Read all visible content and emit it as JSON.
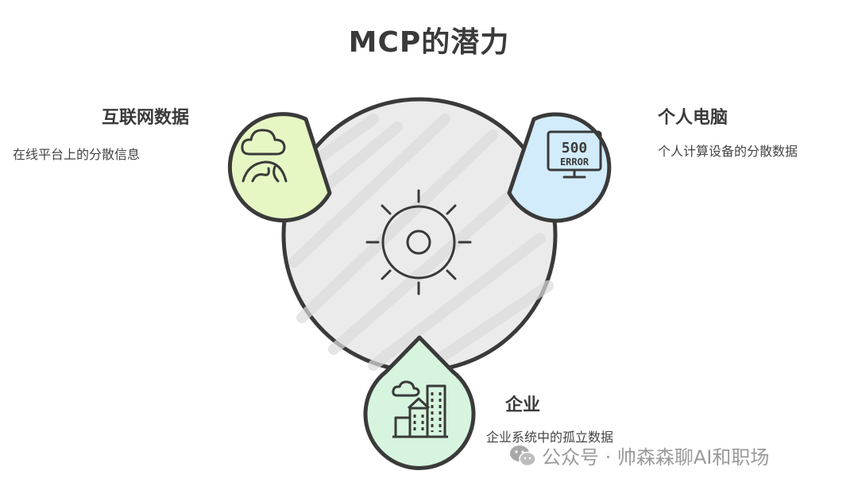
{
  "title": "MCP的潜力",
  "nodes": {
    "internet": {
      "title": "互联网数据",
      "description": "在线平台上的分散信息",
      "color": "#e6f7c4"
    },
    "pc": {
      "title": "个人电脑",
      "description": "个人计算设备的分散数据",
      "color": "#d2ecfb",
      "screen_text_1": "500",
      "screen_text_2": "ERROR"
    },
    "enterprise": {
      "title": "企业",
      "description": "企业系统中的孤立数据",
      "color": "#d6f4de"
    }
  },
  "center": {
    "color": "#e8e8e8"
  },
  "watermark": {
    "text": "公众号 · 帅森森聊AI和职场"
  }
}
